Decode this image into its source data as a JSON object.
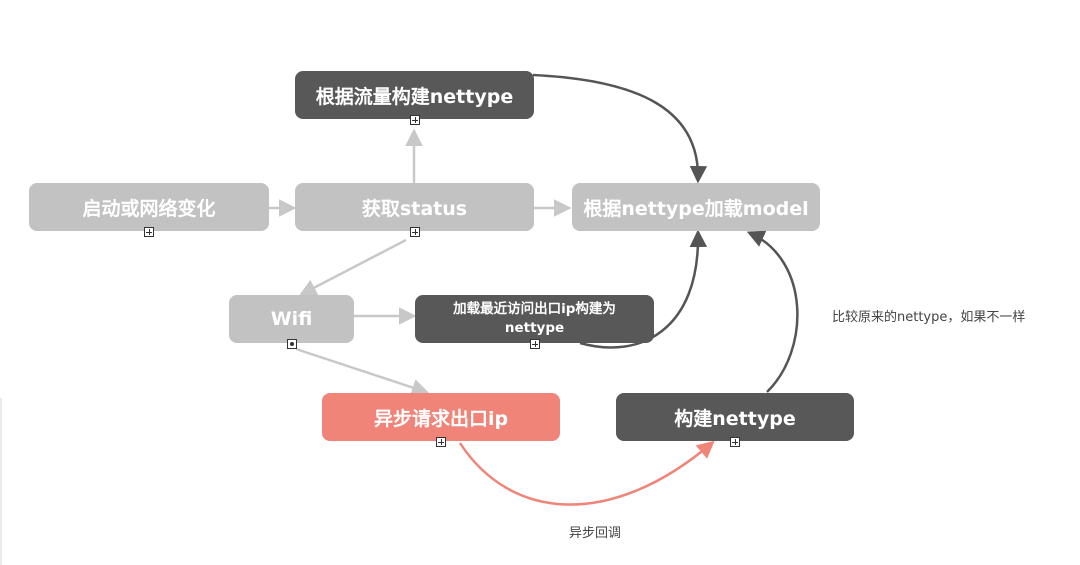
{
  "nodes": {
    "n_flow": "根据流量构建nettype",
    "n_start": "启动或网络变化",
    "n_status": "获取status",
    "n_model": "根据nettype加载model",
    "n_wifi": "Wifi",
    "n_recent": "加载最近访问出口ip构建为nettype",
    "n_async": "异步请求出口ip",
    "n_build": "构建nettype"
  },
  "labels": {
    "compare": "比较原来的nettype，如果不一样",
    "callback": "异步回调"
  },
  "colors": {
    "light_node": "#c2c2c2",
    "dark_node": "#585858",
    "red_node": "#f08478",
    "light_edge": "#c8c8c8",
    "dark_edge": "#555555",
    "red_edge": "#f08478"
  }
}
